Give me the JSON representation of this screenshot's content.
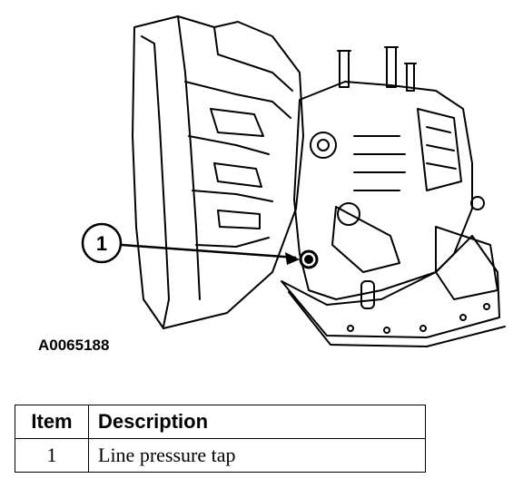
{
  "figure": {
    "callout_number": "1",
    "figure_id": "A0065188"
  },
  "legend_table": {
    "headers": [
      "Item",
      "Description"
    ],
    "rows": [
      [
        "1",
        "Line pressure tap"
      ]
    ]
  }
}
